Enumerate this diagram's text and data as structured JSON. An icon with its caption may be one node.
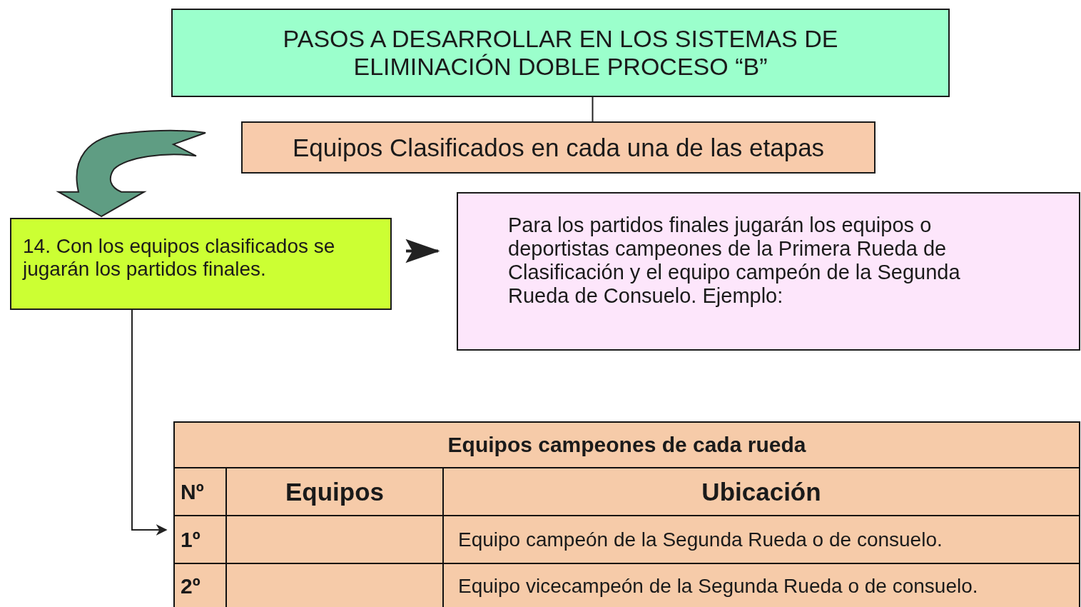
{
  "diagram": {
    "nodes": [
      {
        "text": [
          "PASOS A DESARROLLAR EN LOS SISTEMAS DE ELIMINACIÓN DOBLE PROCESO “B”"
        ]
      },
      {
        "text": [
          "Equipos Clasificados en cada una de las etapas"
        ]
      },
      {
        "text": [
          "14. Con los equipos clasificados se jugarán los partidos finales."
        ]
      },
      {
        "text": [
          "Para los partidos finales jugarán los equipos o deportistas campeones de la Primera Rueda de Clasificación y el equipo campeón de la Segunda Rueda de Consuelo. Ejemplo:"
        ]
      },
      {
        "text": [
          "Equipos campeones de cada rueda"
        ]
      }
    ],
    "edges": [
      {
        "from": 0,
        "to": 1,
        "arrow": "none"
      },
      {
        "from": 1,
        "to": 2,
        "arrow": "to",
        "style": "thick",
        "color": "#5f9d83"
      },
      {
        "from": 2,
        "to": 3,
        "arrow": "to"
      },
      {
        "from": 2,
        "to": 4,
        "arrow": "to"
      }
    ],
    "labels": [
      "Nº",
      "Equipos",
      "Ubicación",
      "1º",
      "Equipo campeón de la Segunda Rueda o de consuelo.",
      "2º",
      "Equipo vicecampeón de la Segunda Rueda o de consuelo."
    ]
  }
}
